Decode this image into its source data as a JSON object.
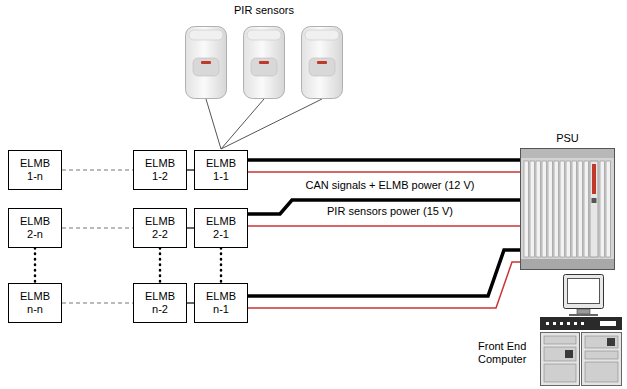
{
  "diagram": {
    "nodes": [
      {
        "text": [
          "ELMB 1-n"
        ]
      },
      {
        "text": [
          "ELMB 1-2"
        ]
      },
      {
        "text": [
          "ELMB 1-1"
        ]
      },
      {
        "text": [
          "ELMB 2-n"
        ]
      },
      {
        "text": [
          "ELMB 2-2"
        ]
      },
      {
        "text": [
          "ELMB 2-1"
        ]
      },
      {
        "text": [
          "ELMB n-n"
        ]
      },
      {
        "text": [
          "ELMB n-2"
        ]
      },
      {
        "text": [
          "ELMB n-1"
        ]
      },
      {
        "text": [
          "PSU"
        ]
      },
      {
        "text": [
          "Front End Computer"
        ]
      }
    ],
    "edges": [
      {
        "from": 0,
        "to": 1,
        "arrow": "none"
      },
      {
        "from": 1,
        "to": 2,
        "arrow": "none"
      },
      {
        "from": 3,
        "to": 4,
        "arrow": "none"
      },
      {
        "from": 4,
        "to": 5,
        "arrow": "none"
      },
      {
        "from": 6,
        "to": 7,
        "arrow": "none"
      },
      {
        "from": 7,
        "to": 8,
        "arrow": "none"
      },
      {
        "from": 3,
        "to": 6,
        "arrow": "none"
      },
      {
        "from": 4,
        "to": 7,
        "arrow": "none"
      },
      {
        "from": 5,
        "to": 8,
        "arrow": "none"
      },
      {
        "from": 2,
        "to": 9,
        "arrow": "none"
      },
      {
        "from": 2,
        "to": 9,
        "arrow": "none"
      },
      {
        "from": 5,
        "to": 9,
        "arrow": "none"
      },
      {
        "from": 5,
        "to": 9,
        "arrow": "none"
      },
      {
        "from": 8,
        "to": 9,
        "arrow": "none"
      },
      {
        "from": 8,
        "to": 9,
        "arrow": "none"
      }
    ],
    "labels": [
      "PIR sensors",
      "CAN signals + ELMB power (12 V)",
      "PIR sensors power (15 V)"
    ]
  }
}
